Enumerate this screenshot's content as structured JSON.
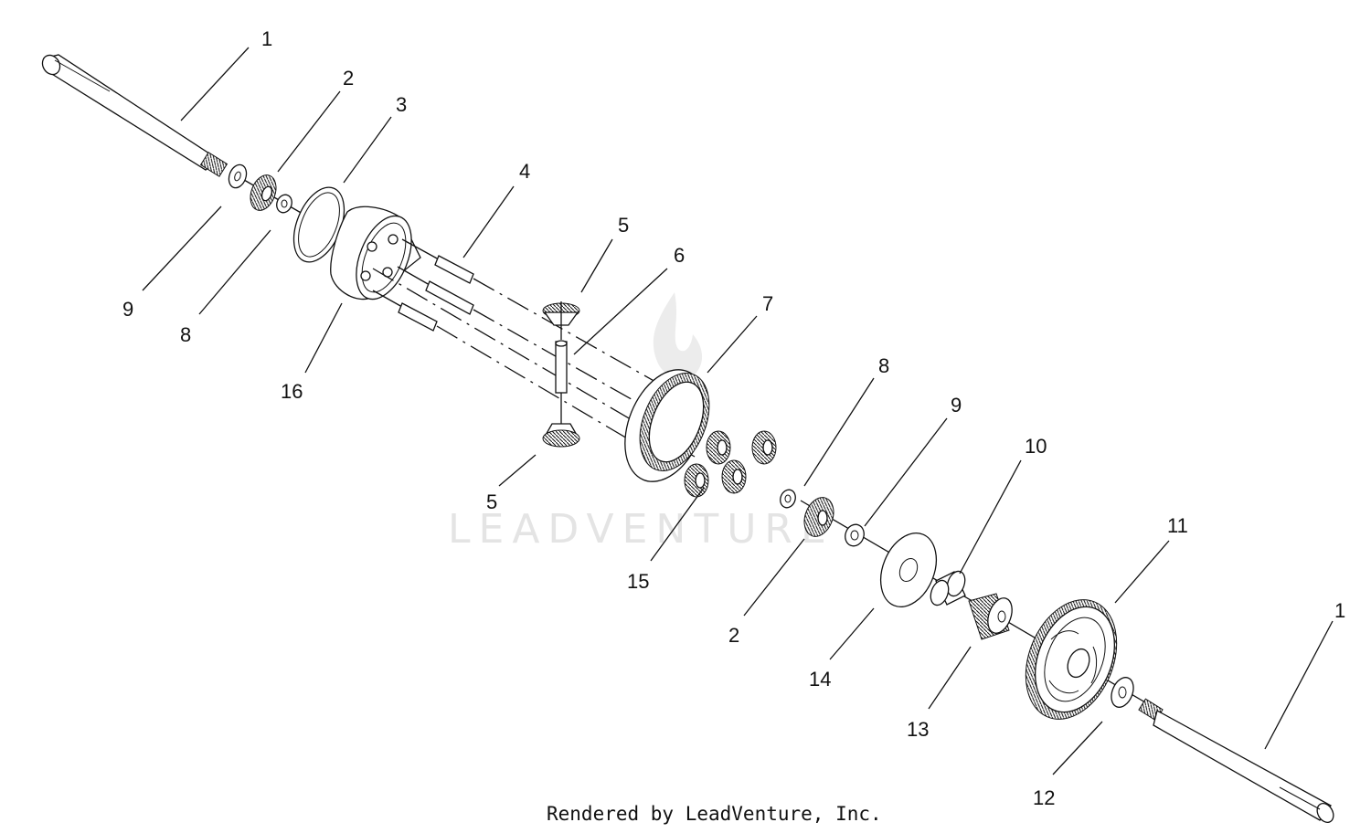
{
  "diagram": {
    "watermark": "LEADVENTURE",
    "footer": "Rendered by LeadVenture, Inc.",
    "callouts": [
      {
        "id": "callout-1-top",
        "label": "1"
      },
      {
        "id": "callout-2-top",
        "label": "2"
      },
      {
        "id": "callout-3",
        "label": "3"
      },
      {
        "id": "callout-4",
        "label": "4"
      },
      {
        "id": "callout-5-top",
        "label": "5"
      },
      {
        "id": "callout-6",
        "label": "6"
      },
      {
        "id": "callout-7",
        "label": "7"
      },
      {
        "id": "callout-8-right",
        "label": "8"
      },
      {
        "id": "callout-9-right",
        "label": "9"
      },
      {
        "id": "callout-10",
        "label": "10"
      },
      {
        "id": "callout-11",
        "label": "11"
      },
      {
        "id": "callout-1-bottom",
        "label": "1"
      },
      {
        "id": "callout-9-left",
        "label": "9"
      },
      {
        "id": "callout-8-left",
        "label": "8"
      },
      {
        "id": "callout-16",
        "label": "16"
      },
      {
        "id": "callout-5-bottom",
        "label": "5"
      },
      {
        "id": "callout-15",
        "label": "15"
      },
      {
        "id": "callout-2-bottom",
        "label": "2"
      },
      {
        "id": "callout-14",
        "label": "14"
      },
      {
        "id": "callout-13",
        "label": "13"
      },
      {
        "id": "callout-12",
        "label": "12"
      }
    ]
  }
}
